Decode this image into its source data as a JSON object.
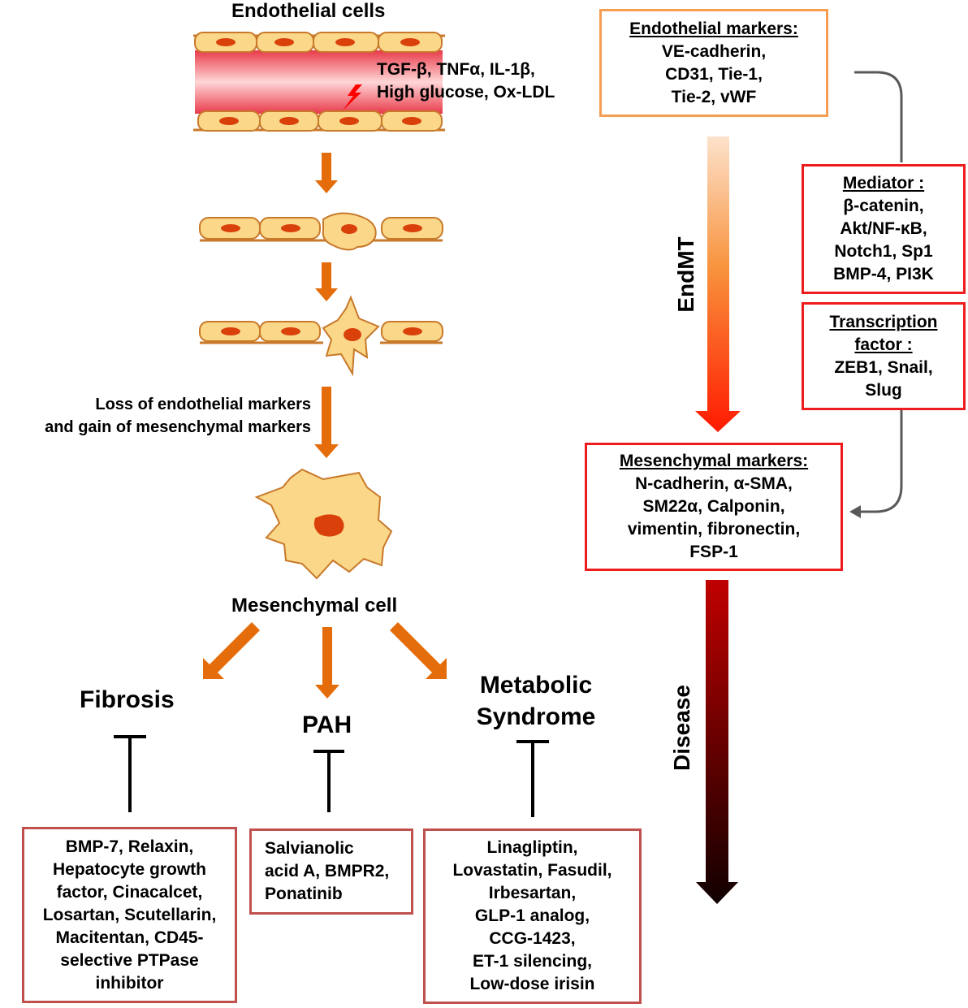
{
  "colors": {
    "orange_arrow": "#e46c0a",
    "cell_fill": "#fad789",
    "cell_stroke": "#c8792a",
    "nucleus": "#d9400a",
    "vessel_lumen": "#f0808a",
    "connector": "#595959",
    "orange_box": "#f59d52",
    "red_box": "#ee1c1c",
    "rose_box": "#c0504d"
  },
  "top": {
    "title": "Endothelial cells",
    "stimuli": [
      "TGF-β, TNFα, IL-1β,",
      "High glucose, Ox-LDL"
    ]
  },
  "transition_note": [
    "Loss of endothelial markers",
    "and gain of mesenchymal markers"
  ],
  "mesenchymal_cell_label": "Mesenchymal cell",
  "diseases": {
    "fibrosis": {
      "label": "Fibrosis",
      "inhibitors": [
        "BMP-7, Relaxin,",
        "Hepatocyte growth",
        "factor, Cinacalcet,",
        "Losartan, Scutellarin,",
        "Macitentan, CD45-",
        "selective PTPase",
        "inhibitor"
      ]
    },
    "pah": {
      "label": "PAH",
      "inhibitors": [
        "Salvianolic",
        "acid A, BMPR2,",
        "Ponatinib"
      ]
    },
    "metabolic": {
      "label": [
        "Metabolic",
        "Syndrome"
      ],
      "inhibitors": [
        "Linagliptin,",
        "Lovastatin, Fasudil,",
        "Irbesartan,",
        "GLP-1 analog,",
        "CCG-1423,",
        "ET-1 silencing,",
        "Low-dose irisin"
      ]
    }
  },
  "endothelial_markers": {
    "heading": "Endothelial markers:",
    "items": [
      "VE-cadherin,",
      "CD31, Tie-1,",
      "Tie-2, vWF"
    ]
  },
  "mediator": {
    "heading": "Mediator :",
    "items": [
      "β-catenin,",
      "Akt/NF-κB,",
      "Notch1, Sp1",
      "BMP-4, PI3K"
    ]
  },
  "transcription_factor": {
    "heading": [
      "Transcription",
      "factor :"
    ],
    "items": [
      "ZEB1, Snail,",
      "Slug"
    ]
  },
  "mesenchymal_markers": {
    "heading": "Mesenchymal markers:",
    "items": [
      "N-cadherin, α-SMA,",
      "SM22α,  Calponin,",
      "vimentin,  fibronectin,",
      "FSP-1"
    ]
  },
  "endmt_label": "EndMT",
  "disease_label": "Disease"
}
